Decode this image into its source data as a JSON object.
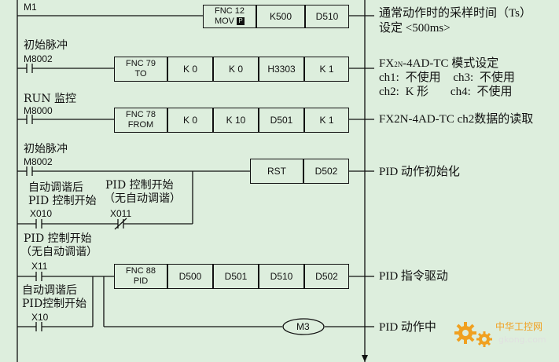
{
  "rungs": [
    {
      "id": "r1",
      "contacts": [
        {
          "name": "M1",
          "label": ""
        }
      ],
      "instruction": {
        "fnc": "FNC 12",
        "mnemonic": "MOV",
        "pulse_marker": "P",
        "operands": [
          "K500",
          "D510"
        ]
      },
      "comment": [
        "通常动作时的采样时间（Ts）",
        "设定 <500ms>"
      ]
    },
    {
      "id": "r2",
      "contacts": [
        {
          "name": "M8002",
          "label": "初始脉冲"
        }
      ],
      "instruction": {
        "fnc": "FNC 79",
        "mnemonic": "TO",
        "operands": [
          "K 0",
          "K 0",
          "H3303",
          "K 1"
        ]
      },
      "comment": [
        "FX2N-4AD-TC 模式设定"
      ]
    },
    {
      "id": "r3",
      "contacts": [
        {
          "name": "M8000",
          "label": "RUN 监控"
        }
      ],
      "instruction": {
        "fnc": "FNC 78",
        "mnemonic": "FROM",
        "operands": [
          "K 0",
          "K 10",
          "D501",
          "K 1"
        ]
      },
      "comment": [
        "FX2N-4AD-TC ch2数据的读取"
      ]
    },
    {
      "id": "r4",
      "contacts": [
        {
          "name": "M8002",
          "label": "初始脉冲"
        },
        {
          "name": "X010",
          "label": "自动调谐后 PID 控制开始"
        },
        {
          "name": "X011",
          "label": "PID 控制开始（无自动调谐）"
        }
      ],
      "instruction": {
        "mnemonic": "RST",
        "operands": [
          "D502"
        ]
      },
      "comment": [
        "PID 动作初始化"
      ]
    },
    {
      "id": "r5",
      "contacts": [
        {
          "name": "X11",
          "label": "PID 控制开始（无自动调谐）"
        },
        {
          "name": "X10",
          "label": "自动调谐后 PID控制开始"
        }
      ],
      "instruction": {
        "fnc": "FNC 88",
        "mnemonic": "PID",
        "operands": [
          "D500",
          "D501",
          "D510",
          "D502"
        ]
      },
      "coil": "M3",
      "comment": [
        "PID 指令驱动",
        "PID 动作中"
      ]
    }
  ],
  "channel_table": {
    "ch1": "ch1:",
    "ch1_val": "不使用",
    "ch3": "ch3:",
    "ch3_val": "不使用",
    "ch2": "ch2:",
    "ch2_val": "K 形",
    "ch4": "ch4:",
    "ch4_val": "不使用"
  },
  "comment_title_parts": {
    "fx": "FX",
    "sub": "2N",
    "rest": "-4AD-TC 模式设定"
  },
  "labels": {
    "init_pulse_1": "初始脉冲",
    "run_monitor": "RUN 监控",
    "init_pulse_2": "初始脉冲",
    "auto_tune_a1": "自动调谐后",
    "auto_tune_a2": "PID 控制开始",
    "no_auto_a1": "PID 控制开始",
    "no_auto_a2": "（无自动调谐）",
    "no_auto_b1": "PID 控制开始",
    "no_auto_b2": "（无自动调谐）",
    "auto_tune_b1": "自动调谐后",
    "auto_tune_b2": "PID控制开始"
  },
  "logo": {
    "cn": "中华工控网",
    "url": "gkong.com"
  },
  "colors": {
    "background": "#ddeedd",
    "line": "#111111",
    "logo_orange": "#f0a020"
  }
}
